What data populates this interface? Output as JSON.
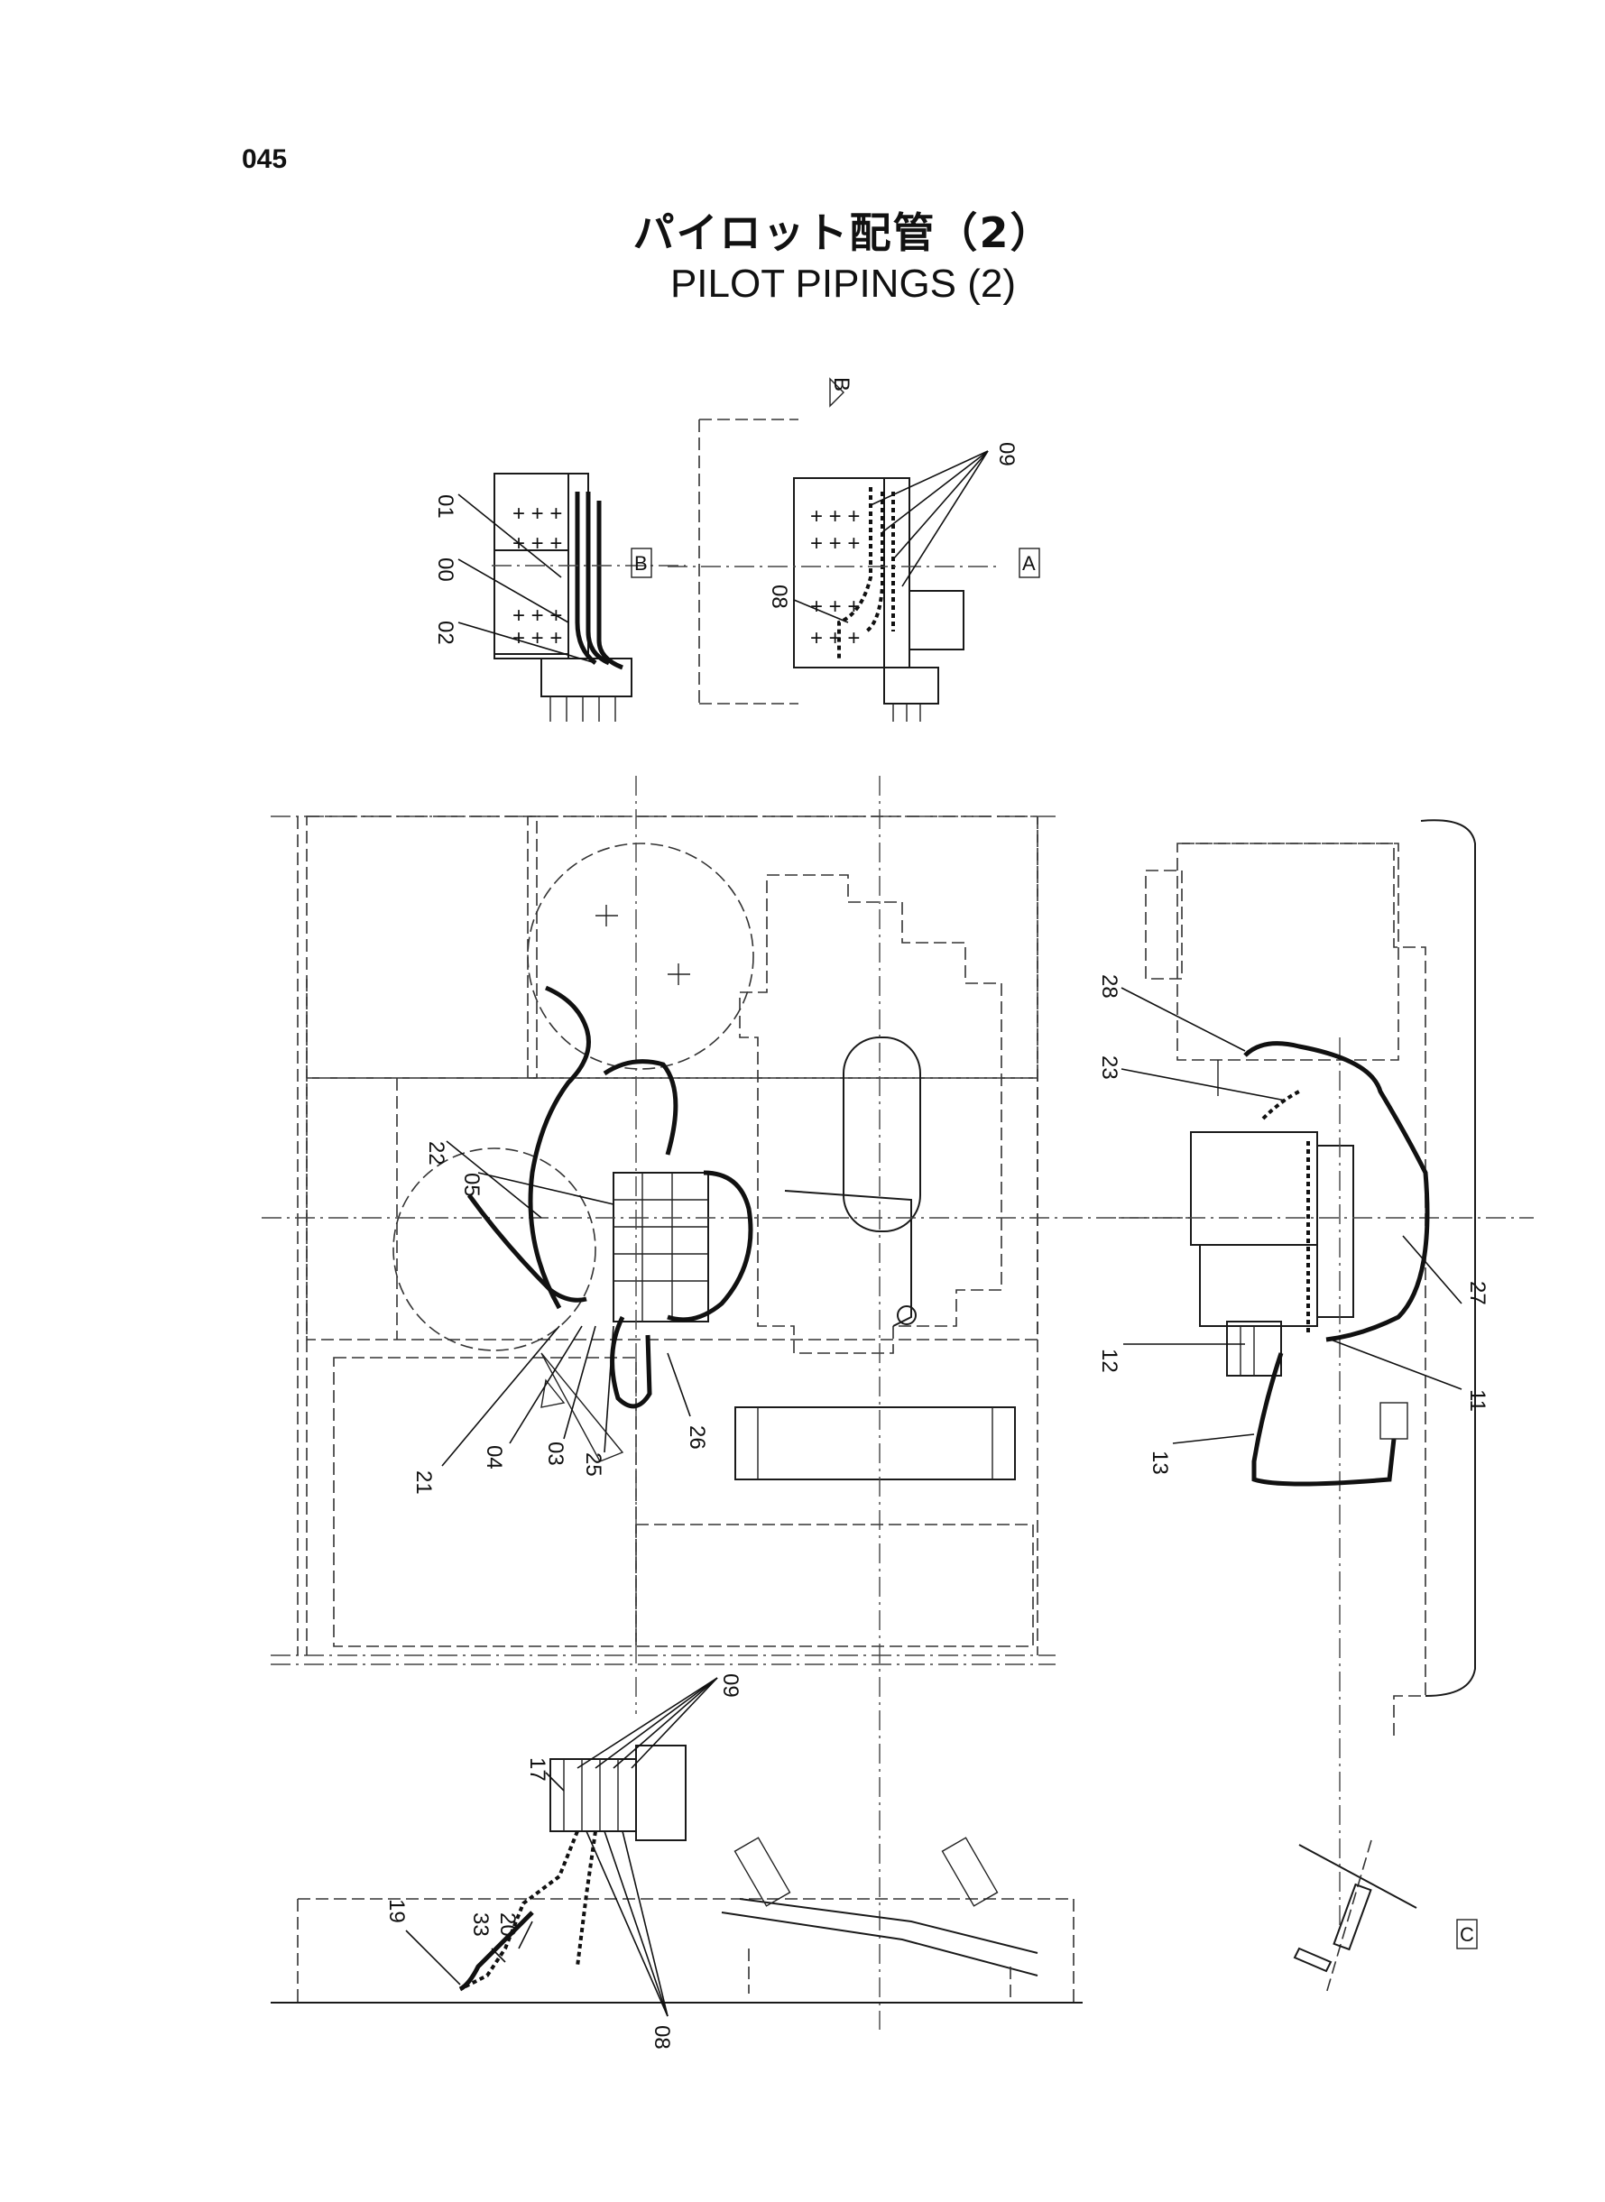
{
  "page_number": "045",
  "title_jp": "パイロット配管（2）",
  "title_en": "PILOT PIPINGS (2)",
  "view_labels": {
    "a": "A",
    "b": "B",
    "c": "C",
    "arrow_b": "B"
  },
  "callouts": {
    "c01": "01",
    "c00": "00",
    "c02": "02",
    "c09_top": "09",
    "c08_top": "08",
    "c28": "28",
    "c23": "23",
    "c22": "22",
    "c05": "05",
    "c27": "27",
    "c12": "12",
    "c11": "11",
    "c13": "13",
    "c21": "21",
    "c04": "04",
    "c03": "03",
    "c25": "25",
    "c26": "26",
    "c09_bottom": "09",
    "c17": "17",
    "c19": "19",
    "c33": "33",
    "c20": "20",
    "c08_bottom": "08"
  }
}
